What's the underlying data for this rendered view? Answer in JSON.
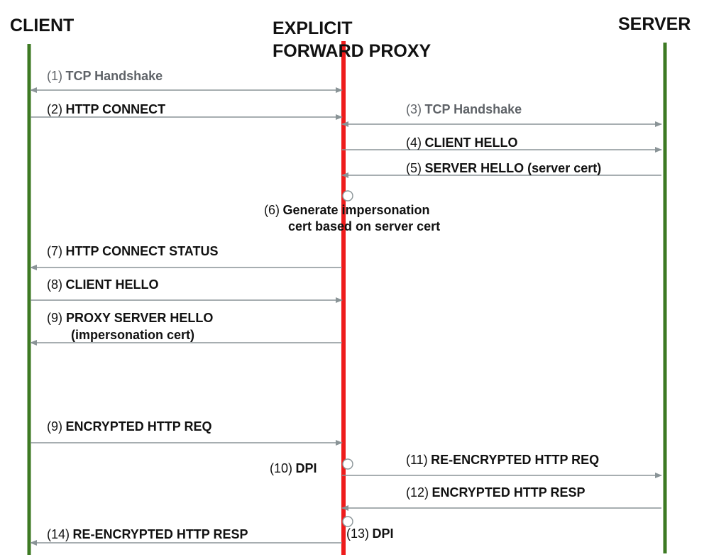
{
  "colors": {
    "client_line": "#3d7a23",
    "server_line": "#3d7a23",
    "proxy_line": "#ee1c1c",
    "arrow": "#8a9497",
    "text_dark": "#111111",
    "text_grey": "#5f6368"
  },
  "participants": {
    "client": {
      "label": "CLIENT"
    },
    "proxy": {
      "label_line1": "EXPLICIT",
      "label_line2": "FORWARD PROXY"
    },
    "server": {
      "label": "SERVER"
    }
  },
  "messages": [
    {
      "number": "(1)",
      "label": "TCP Handshake",
      "text_style": "grey",
      "direction": "both",
      "from": "client",
      "to": "proxy"
    },
    {
      "number": "(2)",
      "label": "HTTP CONNECT",
      "text_style": "dark",
      "direction": "forward",
      "from": "client",
      "to": "proxy"
    },
    {
      "number": "(3)",
      "label": "TCP Handshake",
      "text_style": "grey",
      "direction": "both",
      "from": "proxy",
      "to": "server"
    },
    {
      "number": "(4)",
      "label": "CLIENT HELLO",
      "text_style": "dark",
      "direction": "forward",
      "from": "proxy",
      "to": "server"
    },
    {
      "number": "(5)",
      "label": "SERVER HELLO (server cert)",
      "text_style": "dark",
      "direction": "forward",
      "from": "server",
      "to": "proxy"
    },
    {
      "number": "(7)",
      "label": "HTTP CONNECT STATUS",
      "text_style": "dark",
      "direction": "forward",
      "from": "proxy",
      "to": "client"
    },
    {
      "number": "(8)",
      "label": "CLIENT HELLO",
      "text_style": "dark",
      "direction": "forward",
      "from": "client",
      "to": "proxy"
    },
    {
      "number": "(9) ",
      "label": "PROXY SERVER HELLO",
      "label_line2": "(impersonation cert)",
      "text_style": "dark",
      "direction": "forward",
      "from": "proxy",
      "to": "client"
    },
    {
      "number": "(9)",
      "label": "ENCRYPTED HTTP REQ",
      "text_style": "dark",
      "direction": "forward",
      "from": "client",
      "to": "proxy"
    },
    {
      "number": "(11)",
      "label": "RE-ENCRYPTED HTTP REQ",
      "text_style": "dark",
      "direction": "forward",
      "from": "proxy",
      "to": "server"
    },
    {
      "number": "(12)",
      "label": "ENCRYPTED HTTP RESP",
      "text_style": "dark",
      "direction": "forward",
      "from": "server",
      "to": "proxy"
    },
    {
      "number": "(14)",
      "label": "RE-ENCRYPTED HTTP RESP",
      "text_style": "dark",
      "direction": "forward",
      "from": "proxy",
      "to": "client"
    }
  ],
  "proxy_events": [
    {
      "number": "(6)",
      "label": "Generate impersonation",
      "label_line2": "cert based on server cert"
    },
    {
      "number": "(10)",
      "label": "DPI"
    },
    {
      "number": "(13)",
      "label": "DPI"
    }
  ]
}
